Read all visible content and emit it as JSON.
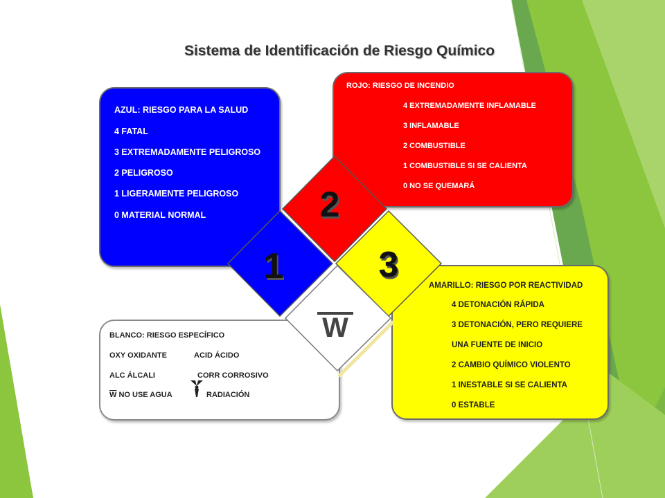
{
  "title": "Sistema de Identificación de Riesgo Químico",
  "colors": {
    "blue": "#0000ff",
    "red": "#ff0000",
    "yellow": "#ffff00",
    "white": "#ffffff",
    "slide_accent_green": "#8cc63f"
  },
  "diamond": {
    "health_value": "1",
    "fire_value": "2",
    "reactivity_value": "3",
    "special_symbol": "W"
  },
  "health_panel": {
    "heading": "AZUL: RIESGO PARA LA SALUD",
    "levels": [
      "4 FATAL",
      "3 EXTREMADAMENTE PELIGROSO",
      "2 PELIGROSO",
      "1 LIGERAMENTE PELIGROSO",
      "0 MATERIAL NORMAL"
    ]
  },
  "fire_panel": {
    "heading": "ROJO: RIESGO  DE INCENDIO",
    "levels": [
      "4 EXTREMADAMENTE  INFLAMABLE",
      "3 INFLAMABLE",
      "2 COMBUSTIBLE",
      "1 COMBUSTIBLE  SI SE CALIENTA",
      "0 NO SE QUEMARÁ"
    ]
  },
  "specific_panel": {
    "heading": "BLANCO: RIESGO  ESPECÍFICO",
    "oxy": "OXY OXIDANTE",
    "acid": "ACID ÁCIDO",
    "alc": "ALC ÁLCALI",
    "corr": "CORR CORROSIVO",
    "water_symbol": "W",
    "water_text": " NO USE AGUA",
    "radiation": "RADIACIÓN",
    "radiation_icon": "radiation-trefoil"
  },
  "reactivity_panel": {
    "heading": "AMARILLO:  RIESGO  POR REACTIVIDAD",
    "levels": [
      "4 DETONACIÓN  RÁPIDA",
      "3 DETONACIÓN,  PERO REQUIERE",
      "UNA FUENTE DE INICIO",
      "2 CAMBIO  QUÍMICO VIOLENTO",
      "1 INESTABLE  SI SE CALIENTA",
      "0 ESTABLE"
    ]
  }
}
